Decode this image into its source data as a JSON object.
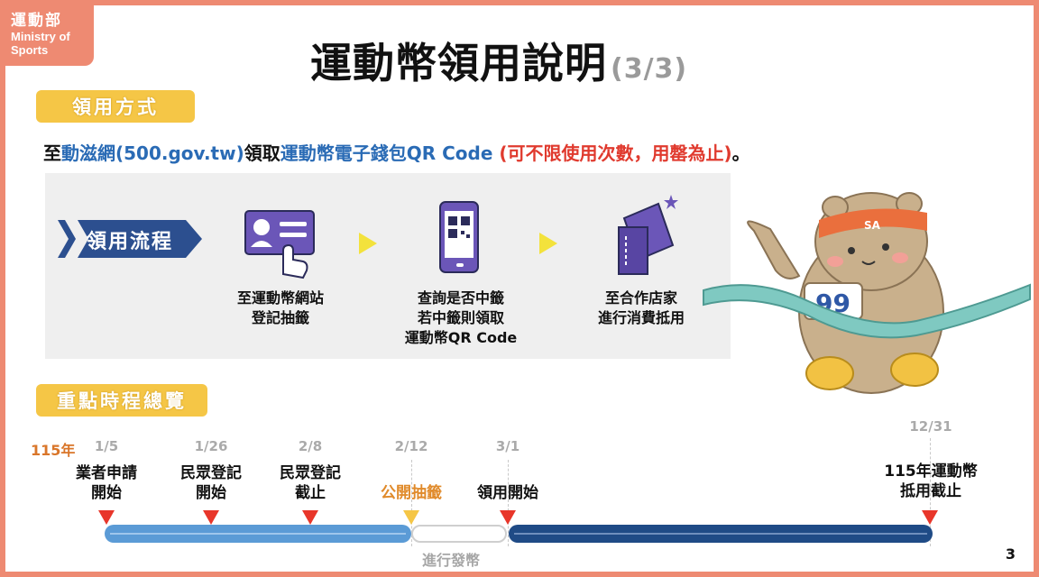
{
  "logo": {
    "zh": "運動部",
    "en_line1": "Ministry of",
    "en_line2": "Sports"
  },
  "title": {
    "main": "運動幣領用說明",
    "page": "(3/3)"
  },
  "section1": {
    "label": "領用方式",
    "intro": {
      "p1": "至",
      "p2": "動滋網(500.gov.tw)",
      "p3": "領取",
      "p4": "運動幣電子錢包QR Code",
      "p5": " (可不限使用次數，用罄為止)",
      "p6": "。"
    }
  },
  "flow": {
    "label": "領用流程",
    "steps": [
      {
        "line1": "至運動幣網站",
        "line2": "登記抽籤",
        "line3": ""
      },
      {
        "line1": "查詢是否中籤",
        "line2": "若中籤則領取",
        "line3": "運動幣QR Code"
      },
      {
        "line1": "至合作店家",
        "line2": "進行消費抵用",
        "line3": ""
      }
    ]
  },
  "mascot": {
    "headband": "SA",
    "bib": "99"
  },
  "section2": {
    "label": "重點時程總覽"
  },
  "timeline": {
    "year": "115年",
    "milestones": [
      {
        "date": "1/5",
        "line1": "業者申請",
        "line2": "開始"
      },
      {
        "date": "1/26",
        "line1": "民眾登記",
        "line2": "開始"
      },
      {
        "date": "2/8",
        "line1": "民眾登記",
        "line2": "截止"
      },
      {
        "date": "2/12",
        "line1": "公開抽籤",
        "line2": ""
      },
      {
        "date": "3/1",
        "line1": "領用開始",
        "line2": ""
      },
      {
        "date": "12/31",
        "line1": "115年運動幣",
        "line2": "抵用截止"
      }
    ],
    "issue_label": "進行發幣"
  },
  "page_number": "3"
}
